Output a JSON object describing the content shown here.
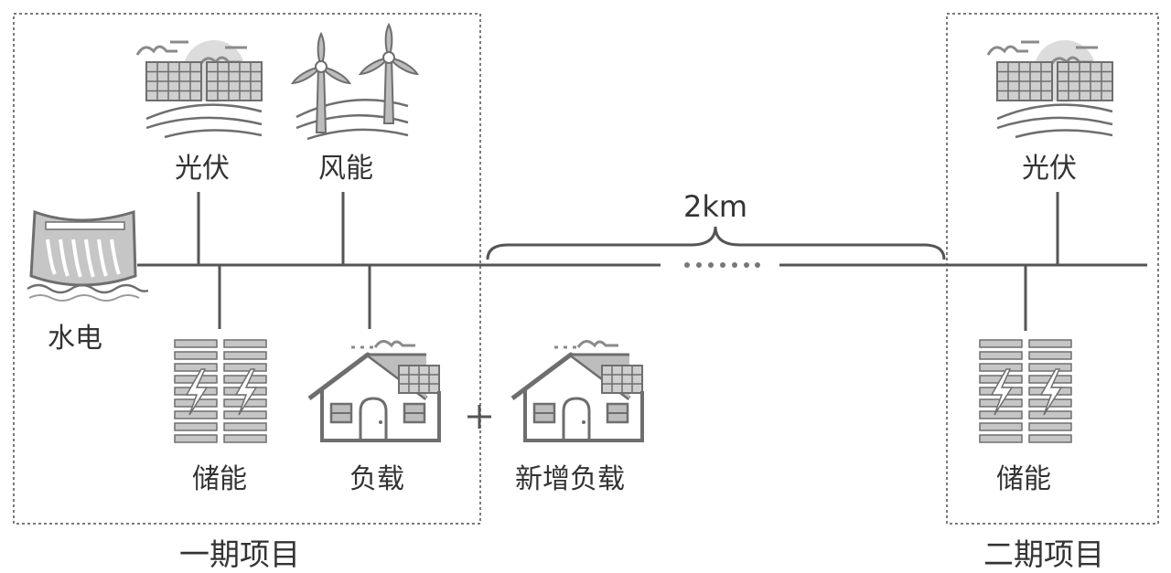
{
  "phase1": {
    "title": "一期项目",
    "pv_label": "光伏",
    "wind_label": "风能",
    "hydro_label": "水电",
    "storage_label": "储能",
    "load_label": "负载"
  },
  "expansion": {
    "plus_sign": "+",
    "new_load_label": "新增负载",
    "distance_label": "2km"
  },
  "phase2": {
    "title": "二期项目",
    "pv_label": "光伏",
    "storage_label": "储能"
  },
  "colors": {
    "line": "#555555",
    "icon_stroke": "#6e6e6e",
    "icon_fill": "#bdbdbd",
    "icon_light": "#dcdcdc",
    "box_border": "#7a7a7a",
    "text": "#333333"
  }
}
